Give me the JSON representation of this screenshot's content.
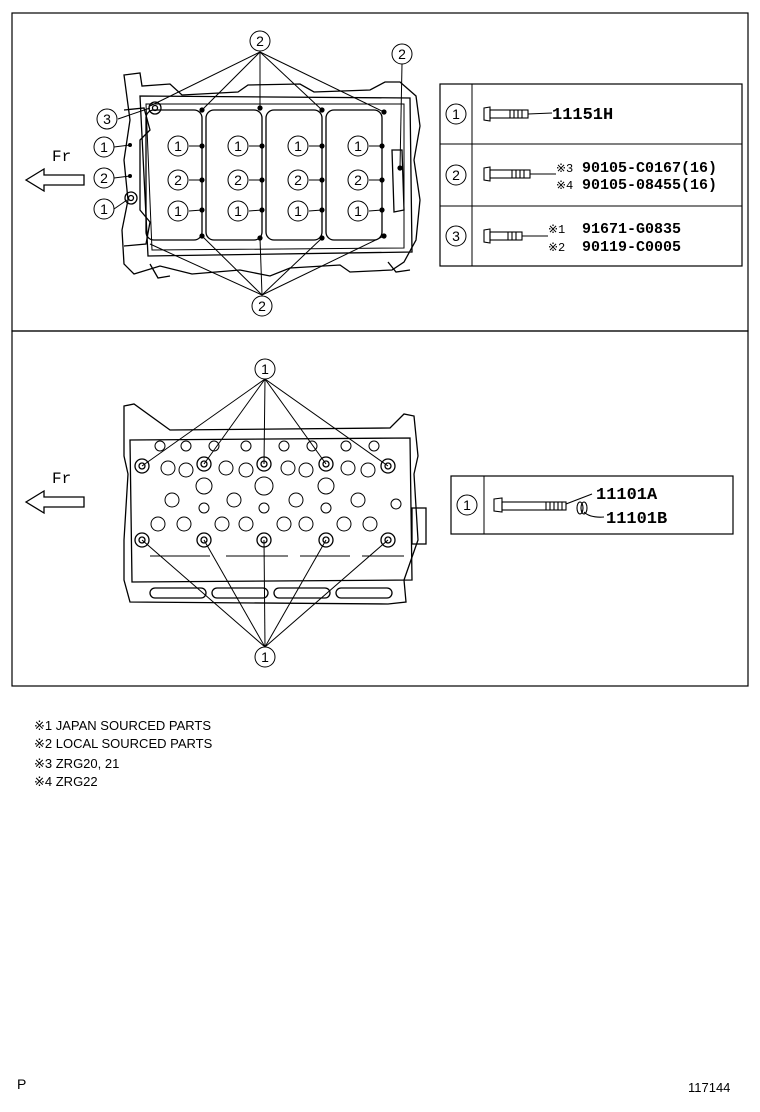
{
  "top_panel": {
    "front_label": "Fr",
    "callouts": {
      "two_top": "2",
      "two_right": "2",
      "two_bottom": "2",
      "three": "3",
      "one_a": "1",
      "two_left": "2",
      "one_b": "1",
      "one": "1",
      "two": "2"
    },
    "legend": [
      {
        "num": "1",
        "lines": [
          {
            "prefix": "",
            "part": "11151H"
          }
        ]
      },
      {
        "num": "2",
        "lines": [
          {
            "prefix": "※3",
            "part": "90105-C0167(16)"
          },
          {
            "prefix": "※4",
            "part": "90105-08455(16)"
          }
        ]
      },
      {
        "num": "3",
        "lines": [
          {
            "prefix": "※1",
            "part": "91671-G0835"
          },
          {
            "prefix": "※2",
            "part": "90119-C0005"
          }
        ]
      }
    ]
  },
  "bottom_panel": {
    "front_label": "Fr",
    "callout_top": "1",
    "callout_bottom": "1",
    "legend": {
      "num": "1",
      "part_a": "11101A",
      "part_b": "11101B"
    }
  },
  "notes": [
    "※1 JAPAN SOURCED PARTS",
    "※2 LOCAL SOURCED PARTS",
    "※3 ZRG20, 21",
    "※4 ZRG22"
  ],
  "footer": {
    "left": "P",
    "right": "117144"
  }
}
